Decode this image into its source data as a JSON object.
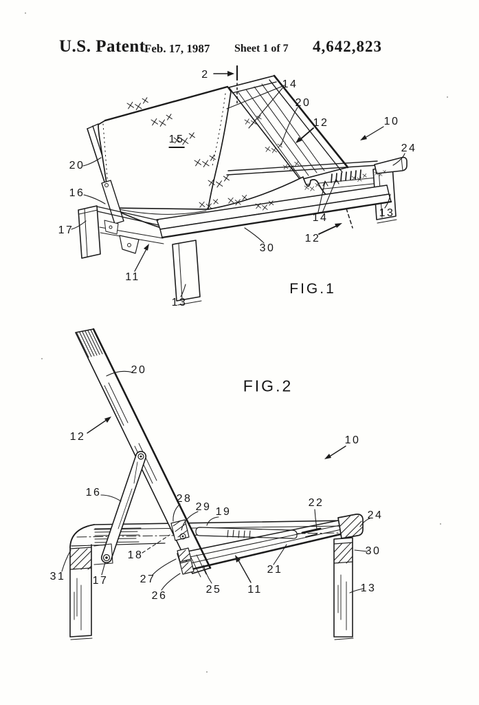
{
  "header": {
    "brand": "U.S. Patent",
    "date": "Feb. 17, 1987",
    "sheet": "Sheet 1 of 7",
    "patent_number": "4,642,823"
  },
  "fig1": {
    "caption": "FIG.1",
    "refs": {
      "r2": "2",
      "r14a": "14",
      "r20a": "20",
      "r12a": "12",
      "r10": "10",
      "r24": "24",
      "r15": "15",
      "r20b": "20",
      "r16": "16",
      "r17": "17",
      "r11": "11",
      "r13a": "13",
      "r30": "30",
      "r14b": "14",
      "r12b": "12",
      "r13b": "13"
    }
  },
  "fig2": {
    "caption": "FIG.2",
    "refs": {
      "r20": "20",
      "r12": "12",
      "r10": "10",
      "r16": "16",
      "r28": "28",
      "r29": "29",
      "r19": "19",
      "r22": "22",
      "r24": "24",
      "r18": "18",
      "r30": "30",
      "r31": "31",
      "r17": "17",
      "r27": "27",
      "r26": "26",
      "r25": "25",
      "r11": "11",
      "r21": "21",
      "r13": "13"
    }
  }
}
